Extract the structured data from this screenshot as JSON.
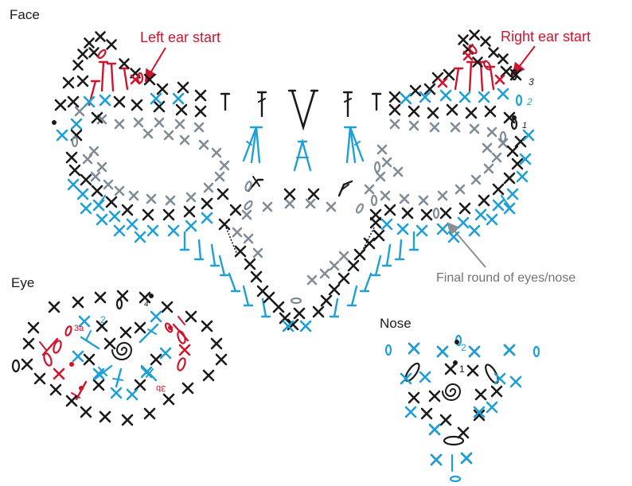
{
  "labels": {
    "face": "Face",
    "eye": "Eye",
    "nose": "Nose",
    "left_ear_start": "Left ear start",
    "right_ear_start": "Right ear start",
    "final_round": "Final round of eyes/nose"
  },
  "round_markers": {
    "face_3": "3",
    "face_2": "2",
    "face_1": "1",
    "eye_2": "2",
    "eye_3a": "3a",
    "eye_3b": "3b",
    "eye_4": "4",
    "nose_2": "2",
    "nose_1": "1"
  },
  "colors": {
    "black": "#1a1a1a",
    "blue": "#1e9fd6",
    "grey": "#7f8c96",
    "red": "#d0142c",
    "arrow": "#8a8f93"
  }
}
